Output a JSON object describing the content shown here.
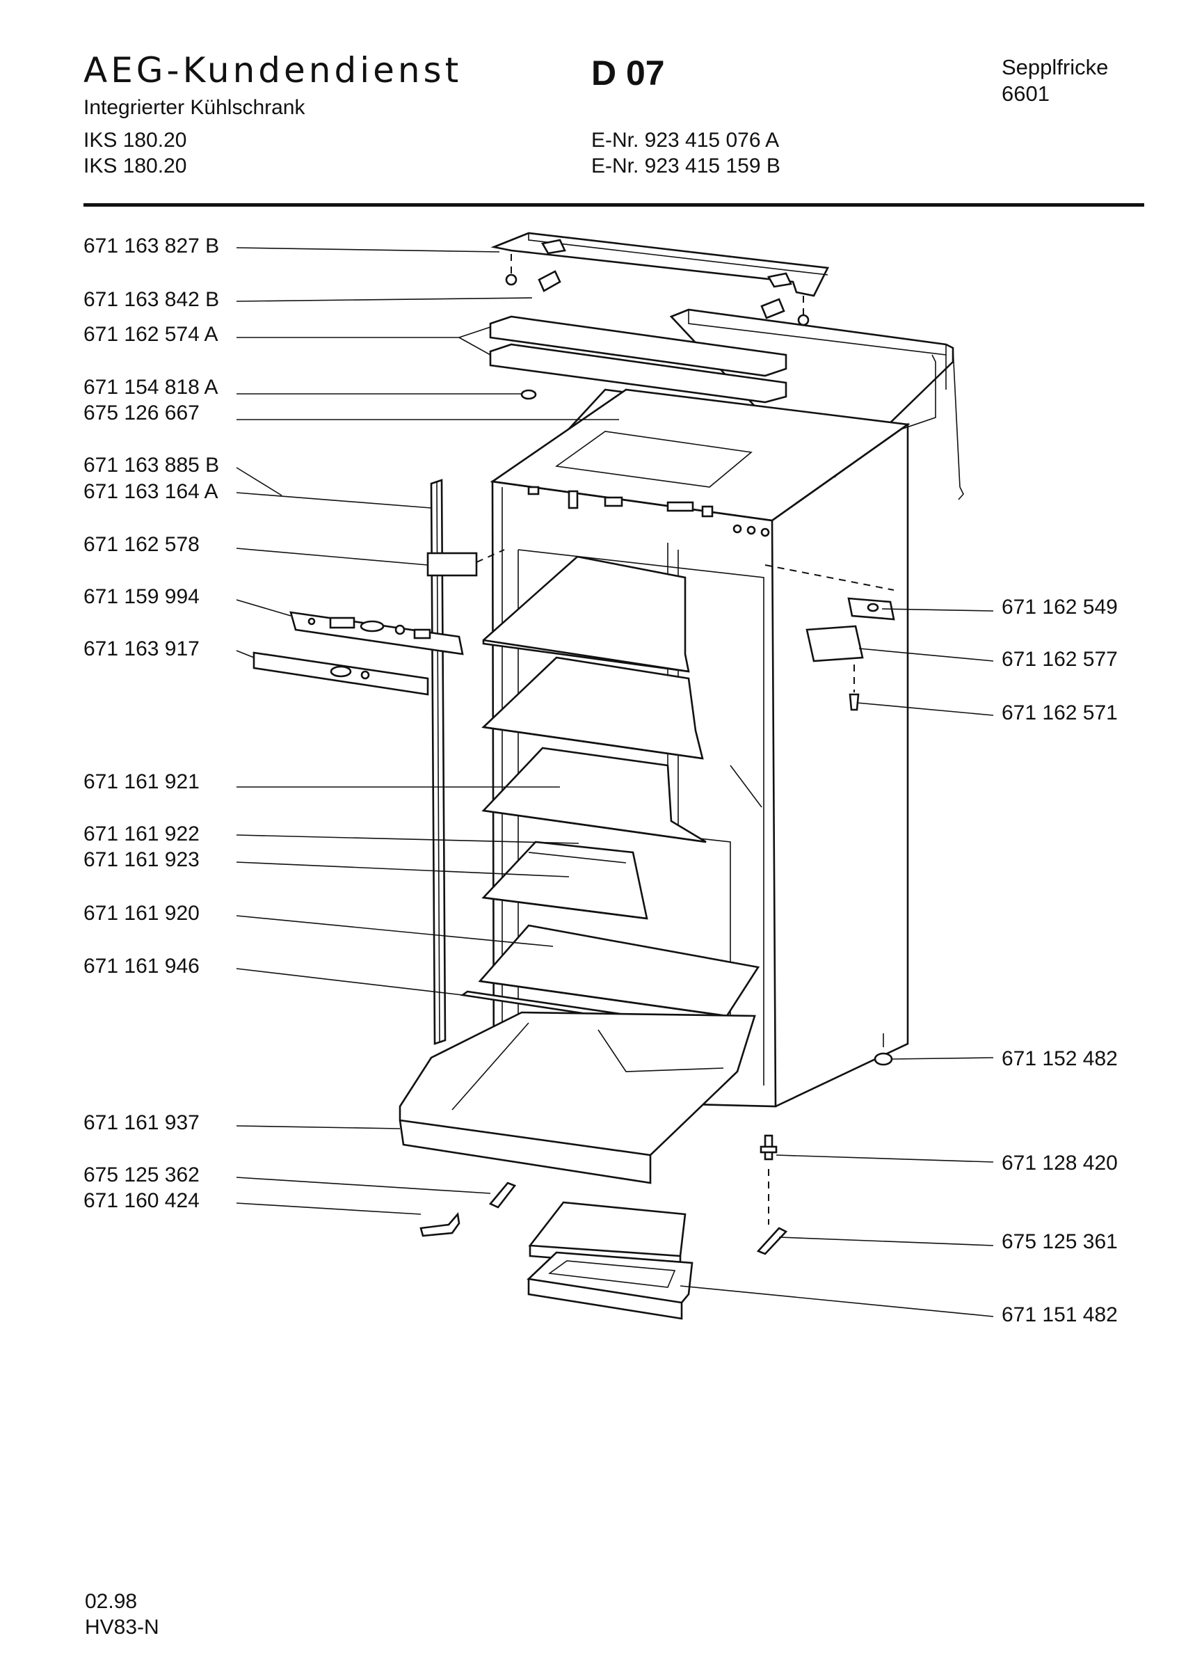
{
  "header": {
    "brand": "AEG-Kundendienst",
    "doc_code": "D 07",
    "author_name": "Sepplfricke",
    "author_no": "6601",
    "product": "Integrierter Kühlschrank",
    "models": [
      {
        "model": "IKS 180.20",
        "enr": "E-Nr. 923 415 076 A"
      },
      {
        "model": "IKS 180.20",
        "enr": "E-Nr. 923 415 159 B"
      }
    ]
  },
  "parts_left": [
    "671 163 827 B",
    "671 163 842 B",
    "671 162 574 A",
    "671 154 818 A",
    "675 126 667",
    "671 163 885 B",
    "671 163 164 A",
    "671 162 578",
    "671 159 994",
    "671 163 917",
    "671 161 921",
    "671 161 922",
    "671 161 923",
    "671 161 920",
    "671 161 946",
    "671 161 937",
    "675 125 362",
    "671 160 424"
  ],
  "parts_right": [
    "671 162 549",
    "671 162 577",
    "671 162 571",
    "671 152 482",
    "671 128 420",
    "675 125 361",
    "671 151 482"
  ],
  "footer": {
    "date": "02.98",
    "code": "HV83-N"
  }
}
